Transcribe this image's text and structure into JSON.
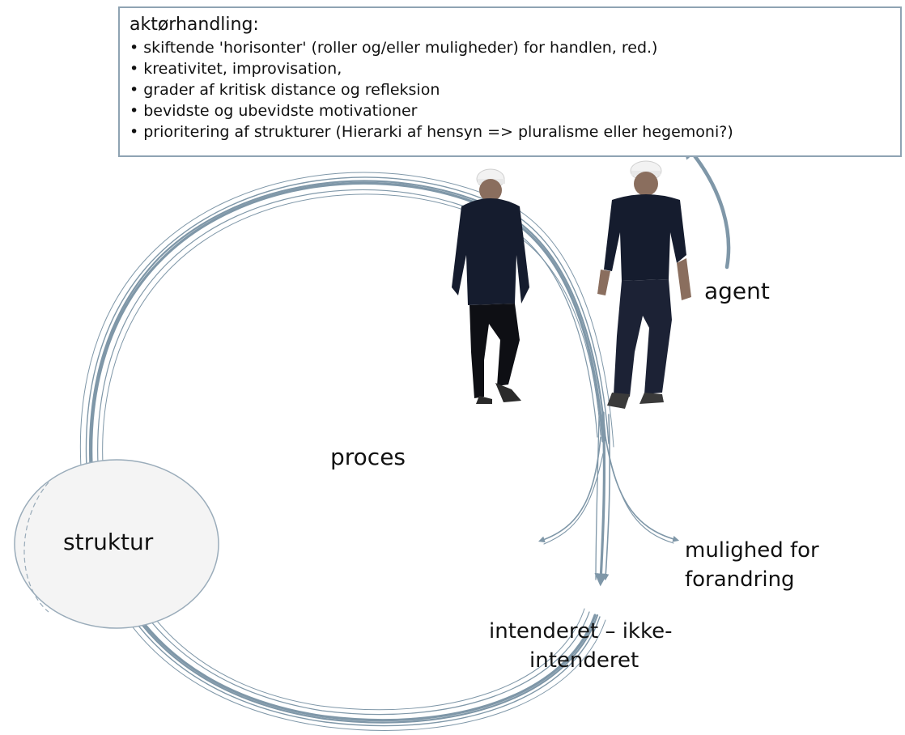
{
  "textbox": {
    "title": "aktørhandling:",
    "items": [
      "skiftende 'horisonter' (roller og/eller muligheder) for handlen, red.)",
      "kreativitet, improvisation,",
      "grader af kritisk distance og refleksion",
      "bevidste og ubevidste motivationer",
      "prioritering af strukturer (Hierarki af hensyn => pluralisme eller  hegemoni?)"
    ]
  },
  "labels": {
    "agent": "agent",
    "proces": "proces",
    "struktur": "struktur",
    "change_line1": "mulighed for",
    "change_line2": "forandring",
    "intended_line1": "intenderet – ikke-",
    "intended_line2": "intenderet"
  },
  "colors": {
    "stroke": "#7f97a8",
    "box_border": "#8fa3b3",
    "ellipse_fill": "#f4f4f4",
    "shirt": "#151c2e",
    "trousers": "#1c2235",
    "helmet": "#f2f2f2"
  }
}
